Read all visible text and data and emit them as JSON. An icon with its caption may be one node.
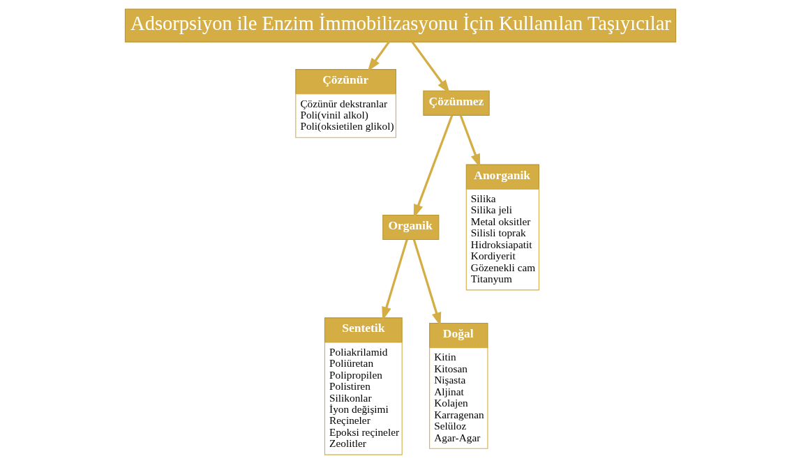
{
  "diagram": {
    "nodes": [
      {
        "text": [
          "Adsorpsiyon ile Enzim İmmobilizasyonu İçin Kullanılan Taşıyıcılar"
        ]
      },
      {
        "text": [
          "Çözünür",
          "Çözünür dekstranlar",
          "Poli(vinil alkol)",
          "Poli(oksietilen glikol)"
        ]
      },
      {
        "text": [
          "Çözünmez"
        ]
      },
      {
        "text": [
          "Organik"
        ]
      },
      {
        "text": [
          "Anorganik",
          "Silika",
          "Silika jeli",
          "Metal oksitler",
          "Silisli toprak",
          "Hidroksiapatit",
          "Kordiyerit",
          "Gözenekli cam",
          "Titanyum"
        ]
      },
      {
        "text": [
          "Sentetik",
          "Poliakrilamid",
          "Poliüretan",
          "Polipropilen",
          "Polistiren",
          "Silikonlar",
          "İyon değişimi",
          "Reçineler",
          "Epoksi reçineler",
          "Zeolitler"
        ]
      },
      {
        "text": [
          "Doğal",
          "Kitin",
          "Kitosan",
          "Nişasta",
          "Aljinat",
          "Kolajen",
          "Karragenan",
          "Selüloz",
          "Agar-Agar"
        ]
      }
    ],
    "edges": [
      {
        "from": 0,
        "to": 1,
        "arrow": "to"
      },
      {
        "from": 0,
        "to": 2,
        "arrow": "to"
      },
      {
        "from": 2,
        "to": 3,
        "arrow": "to"
      },
      {
        "from": 2,
        "to": 4,
        "arrow": "to"
      },
      {
        "from": 3,
        "to": 5,
        "arrow": "to"
      },
      {
        "from": 3,
        "to": 6,
        "arrow": "to"
      }
    ]
  }
}
